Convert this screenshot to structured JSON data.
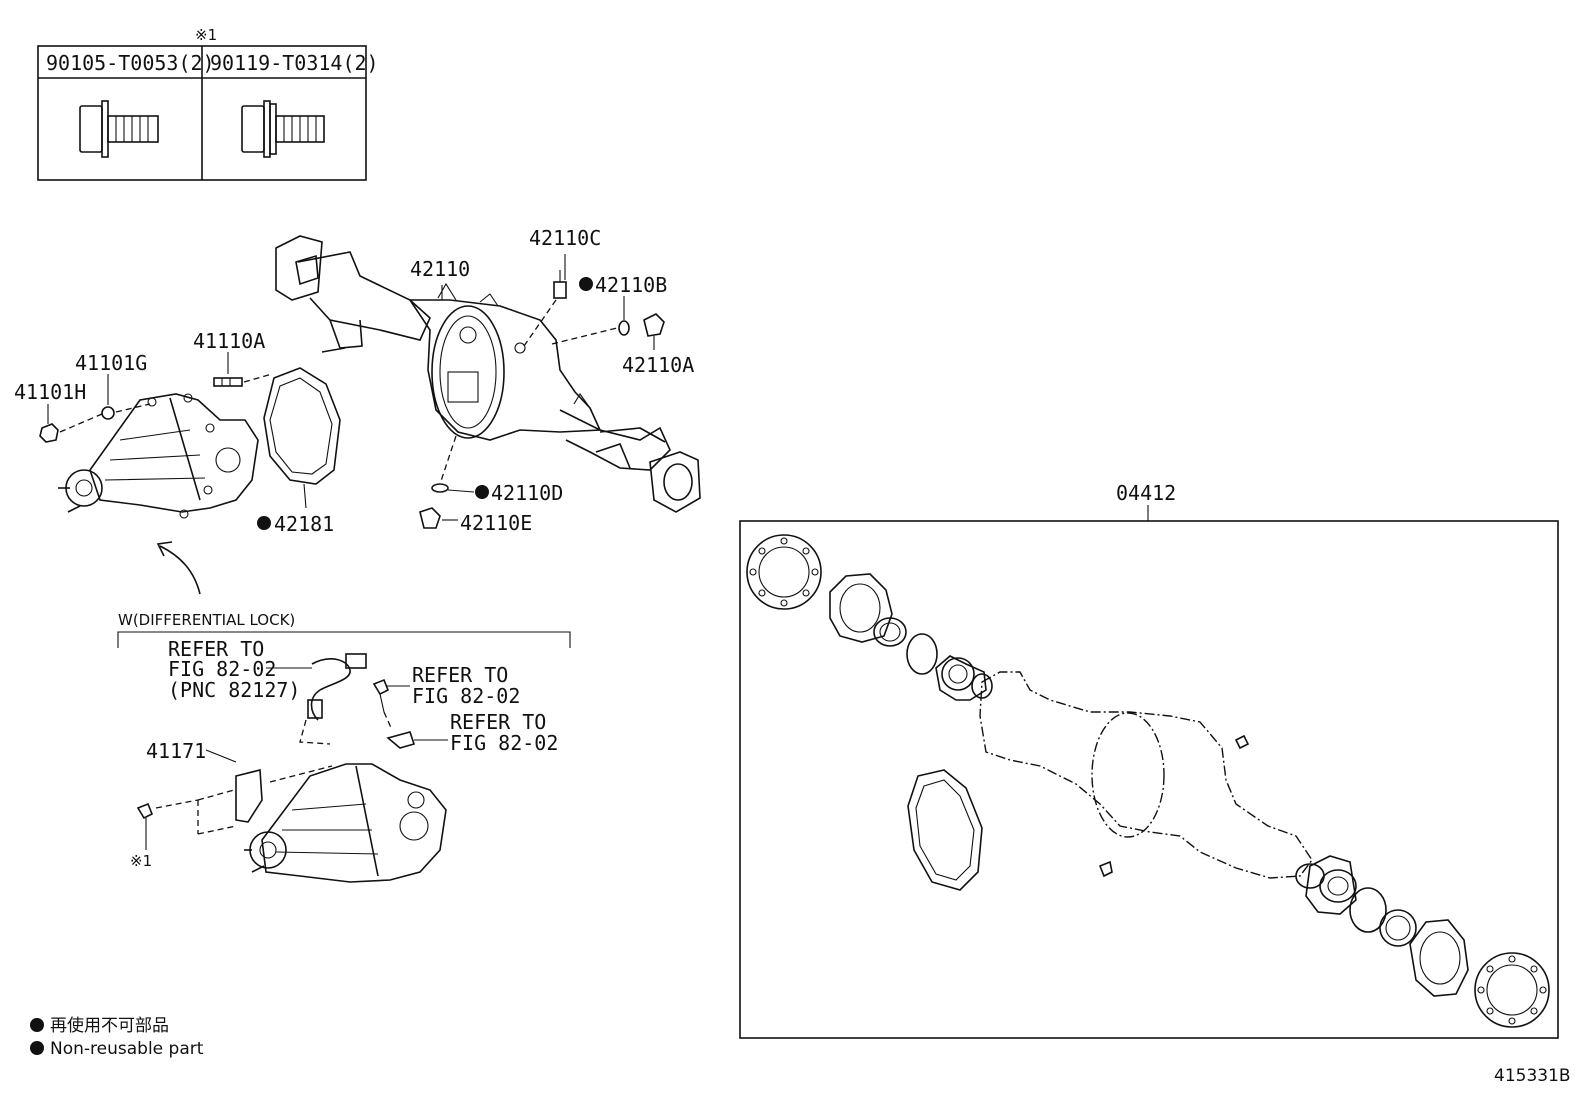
{
  "bolt_table": {
    "note_mark": "※1",
    "col1_part": "90105-T0053(2)",
    "col2_part": "90119-T0314(2)"
  },
  "callouts": {
    "p42110C": "42110C",
    "p42110": "42110",
    "p42110B": "42110B",
    "p42110A": "42110A",
    "p41110A": "41110A",
    "p41101G": "41101G",
    "p41101H": "41101H",
    "p42110D": "42110D",
    "p42110E": "42110E",
    "p42181": "42181",
    "p04412": "04412",
    "p41171": "41171"
  },
  "diff_lock": {
    "title": "W(DIFFERENTIAL LOCK)",
    "refer1_line1": "REFER TO",
    "refer1_line2": "FIG 82-02",
    "refer1_line3": "(PNC 82127)",
    "refer2_line1": "REFER TO",
    "refer2_line2": "FIG 82-02",
    "refer3_line1": "REFER TO",
    "refer3_line2": "FIG 82-02",
    "note_mark": "※1"
  },
  "legend": {
    "jp": "再使用不可部品",
    "en": "Non-reusable part"
  },
  "figure_id": "415331B"
}
